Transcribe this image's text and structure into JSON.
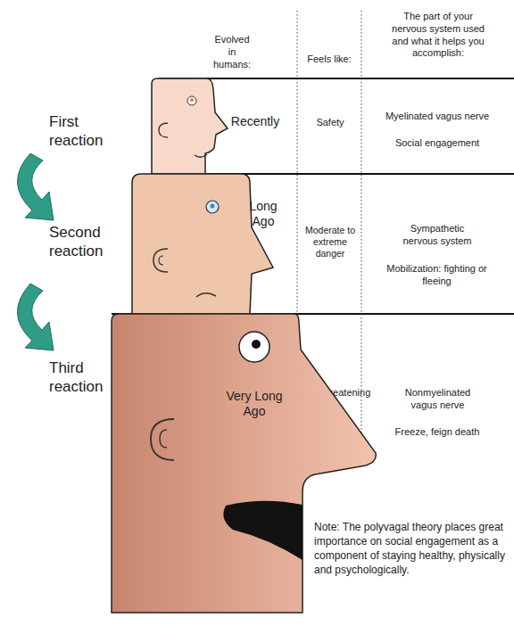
{
  "diagram": {
    "nodes": [
      {
        "text": [
          "Recently"
        ]
      },
      {
        "text": [
          "Long Ago"
        ]
      },
      {
        "text": [
          "Very Long Ago"
        ]
      }
    ],
    "labels": [
      "Evolved in humans:",
      "Feels like:",
      "The part of your nervous system used and what it helps you accomplish:",
      "First reaction",
      "Safety",
      "Myelinated vagus nerve",
      "Social engagement",
      "Second reaction",
      "Moderate to extreme danger",
      "Sympathetic nervous system",
      "Mobilization: fighting or fleeing",
      "Third reaction",
      "Life Threatening",
      "Nonmyelinated vagus nerve",
      "Freeze, feign death",
      "Note: The polyvagal theory places great importance on social engagement as a component of staying healthy, physically and psychologically."
    ]
  }
}
